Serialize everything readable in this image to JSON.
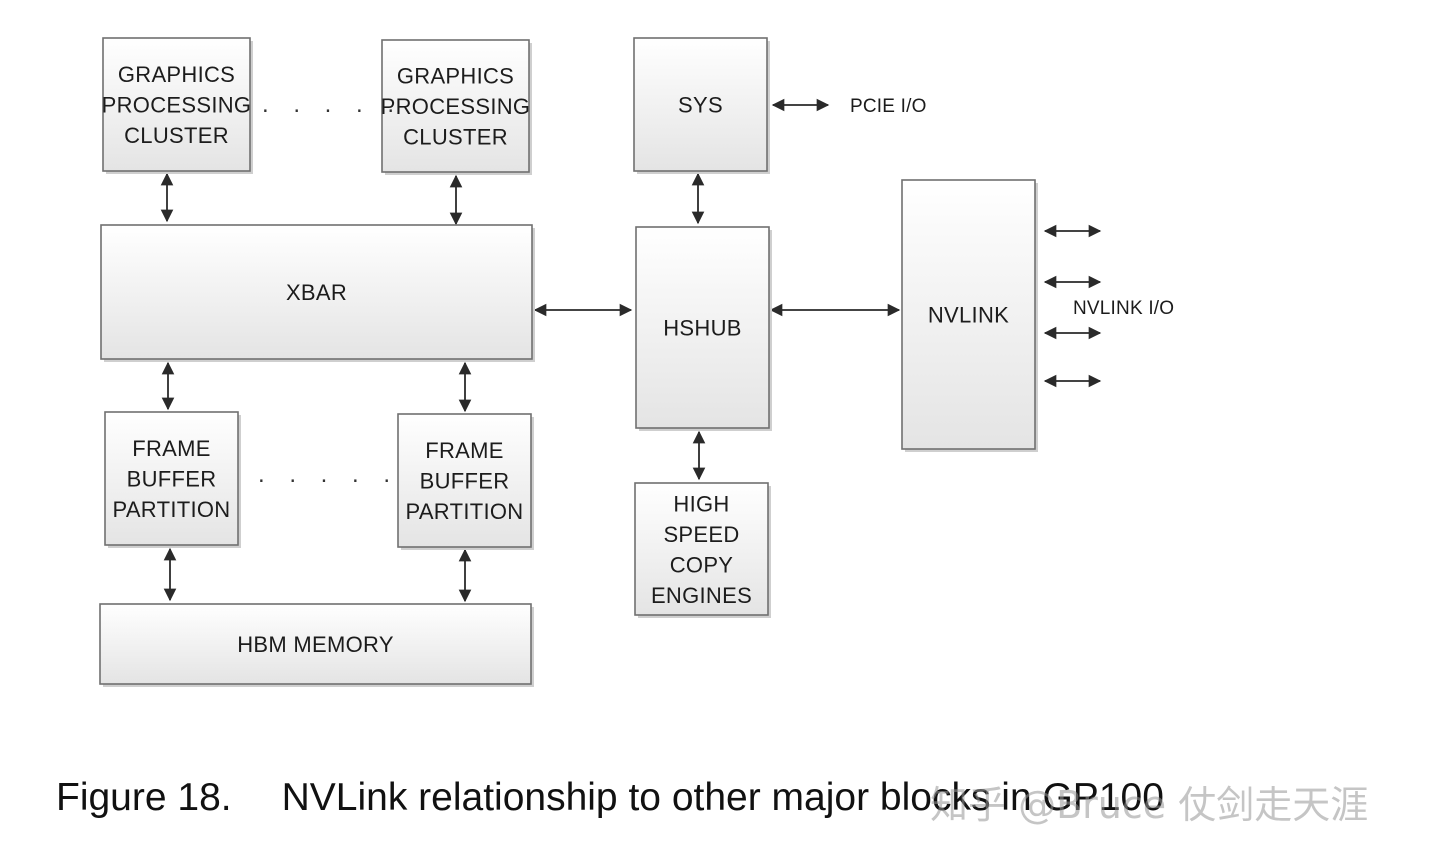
{
  "blocks": {
    "gpc_left": {
      "lines": [
        "GRAPHICS",
        "PROCESSING",
        "CLUSTER"
      ]
    },
    "gpc_right": {
      "lines": [
        "GRAPHICS",
        "PROCESSING",
        "CLUSTER"
      ]
    },
    "xbar": {
      "lines": [
        "XBAR"
      ]
    },
    "fbp_left": {
      "lines": [
        "FRAME",
        "BUFFER",
        "PARTITION"
      ]
    },
    "fbp_right": {
      "lines": [
        "FRAME",
        "BUFFER",
        "PARTITION"
      ]
    },
    "hbm": {
      "lines": [
        "HBM MEMORY"
      ]
    },
    "sys": {
      "lines": [
        "SYS"
      ]
    },
    "hshub": {
      "lines": [
        "HSHUB"
      ]
    },
    "copy_engines": {
      "lines": [
        "HIGH",
        "SPEED",
        "COPY",
        "ENGINES"
      ]
    },
    "nvlink": {
      "lines": [
        "NVLINK"
      ]
    }
  },
  "io": {
    "pcie": "PCIE I/O",
    "nvlink": "NVLINK I/O"
  },
  "ellipsis": ". . . . .",
  "caption": {
    "number": "Figure 18.",
    "text": "NVLink relationship to other major blocks in GP100"
  },
  "watermark": "知乎 @Bruce 仗剑走天涯",
  "colors": {
    "box_fill_top": "#ffffff",
    "box_fill_bottom": "#e6e6e6",
    "box_stroke": "#707070",
    "line": "#2a2a2a",
    "text": "#1c1c1c"
  }
}
